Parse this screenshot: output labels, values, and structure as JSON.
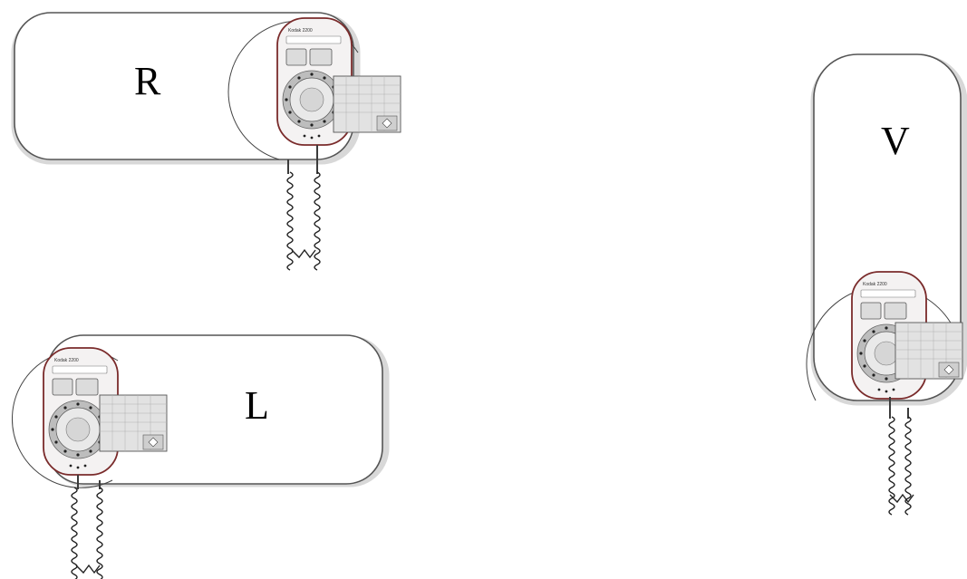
{
  "diagram": {
    "panels": [
      {
        "id": "right",
        "label": "R"
      },
      {
        "id": "left",
        "label": "L"
      },
      {
        "id": "vertical",
        "label": "V"
      }
    ],
    "sensor_brand_text": "Kodak",
    "colors": {
      "background": "#ffffff",
      "sensor_outline": "#7a2b2b",
      "capsule_outline": "#555555",
      "label": "#000000"
    }
  }
}
